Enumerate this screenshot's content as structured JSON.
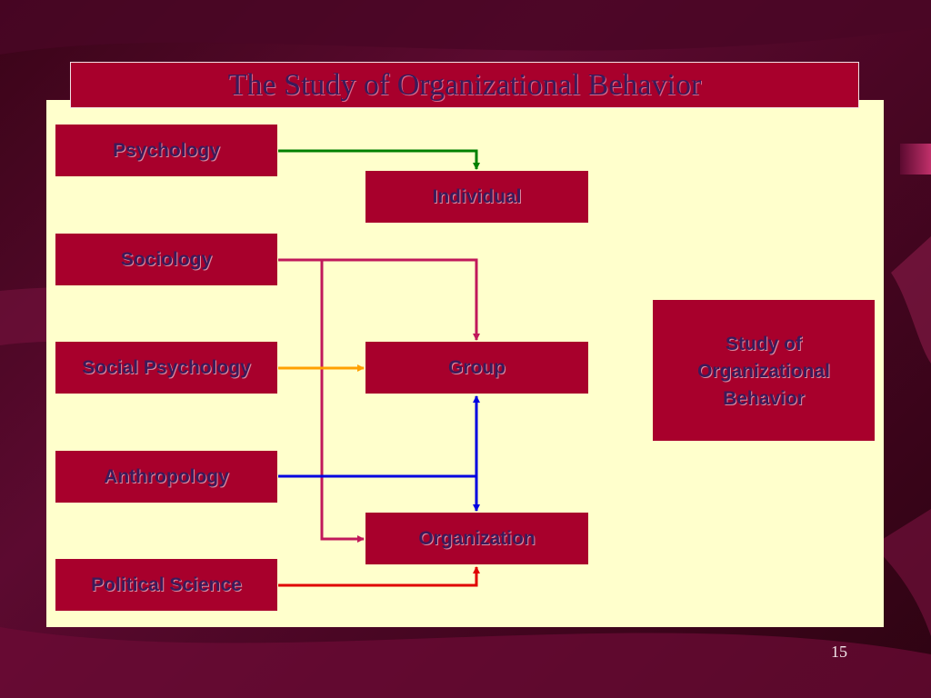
{
  "title": "The Study of Organizational Behavior",
  "disciplines": {
    "psychology": "Psychology",
    "sociology": "Sociology",
    "social_psychology": "Social Psychology",
    "anthropology": "Anthropology",
    "political_science": "Political Science"
  },
  "levels": {
    "individual": "Individual",
    "group": "Group",
    "organization": "Organization"
  },
  "outcome": "Study of Organizational Behavior",
  "page_number": "15",
  "colors": {
    "box_fill": "#a8002c",
    "panel": "#ffffcc",
    "text": "#3b1a5a",
    "psychology_arrow": "#008000",
    "sociology_arrow": "#c0185a",
    "social_psychology_arrow": "#ffa000",
    "anthropology_arrow": "#0000e0",
    "political_science_arrow": "#e00000"
  }
}
